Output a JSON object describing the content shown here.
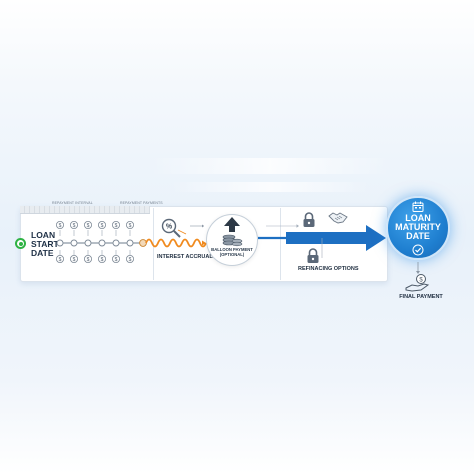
{
  "strip": {
    "left_label": "REPAYMENT INTERVAL",
    "right_label": "REPAYMENT PAYMENTS"
  },
  "start": {
    "label": "LOAN START DATE",
    "color": "#2fb344"
  },
  "stages": {
    "interest_label": "INTEREST ACCRUAL",
    "interest_symbol": "%",
    "balloon_label": "BALLOON PAYMENT",
    "balloon_sub": "(OPTIONAL)",
    "refinance_label": "REFINACING OPTIONS"
  },
  "maturity": {
    "label": "LOAN MATURITY DATE",
    "color": "#1f7fd0"
  },
  "final": {
    "label": "FINAL PAYMENT"
  },
  "colors": {
    "arrow": "#1d6fc2",
    "wave": "#f08a1e",
    "line": "#8a96a3"
  },
  "icons": [
    "dollar-coin-icon",
    "magnifier-percent-icon",
    "money-stack-upload-icon",
    "lock-icon",
    "handshake-icon",
    "calendar-icon",
    "checkmark-icon",
    "hand-coin-icon"
  ]
}
